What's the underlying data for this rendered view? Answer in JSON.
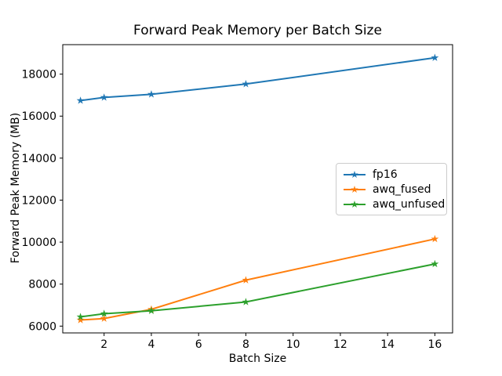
{
  "chart_data": {
    "type": "line",
    "title": "Forward Peak Memory per Batch Size",
    "xlabel": "Batch Size",
    "ylabel": "Forward Peak Memory (MB)",
    "x": [
      1,
      2,
      4,
      8,
      16
    ],
    "series": [
      {
        "name": "fp16",
        "color": "#1f77b4",
        "values": [
          16740,
          16890,
          17040,
          17530,
          18780
        ]
      },
      {
        "name": "awq_fused",
        "color": "#ff7f0e",
        "values": [
          6290,
          6360,
          6800,
          8190,
          10150
        ]
      },
      {
        "name": "awq_unfused",
        "color": "#2ca02c",
        "values": [
          6440,
          6590,
          6730,
          7150,
          8960
        ]
      }
    ],
    "marker": "star",
    "line_width": 2,
    "xticks": [
      2,
      4,
      6,
      8,
      10,
      12,
      14,
      16
    ],
    "yticks": [
      6000,
      8000,
      10000,
      12000,
      14000,
      16000,
      18000
    ],
    "xlim": [
      0.25,
      16.75
    ],
    "ylim": [
      5676,
      19404
    ],
    "grid": false,
    "legend": {
      "position": "center right",
      "entries": [
        "fp16",
        "awq_fused",
        "awq_unfused"
      ]
    },
    "axis_color": "#000000",
    "background_color": "#ffffff"
  }
}
